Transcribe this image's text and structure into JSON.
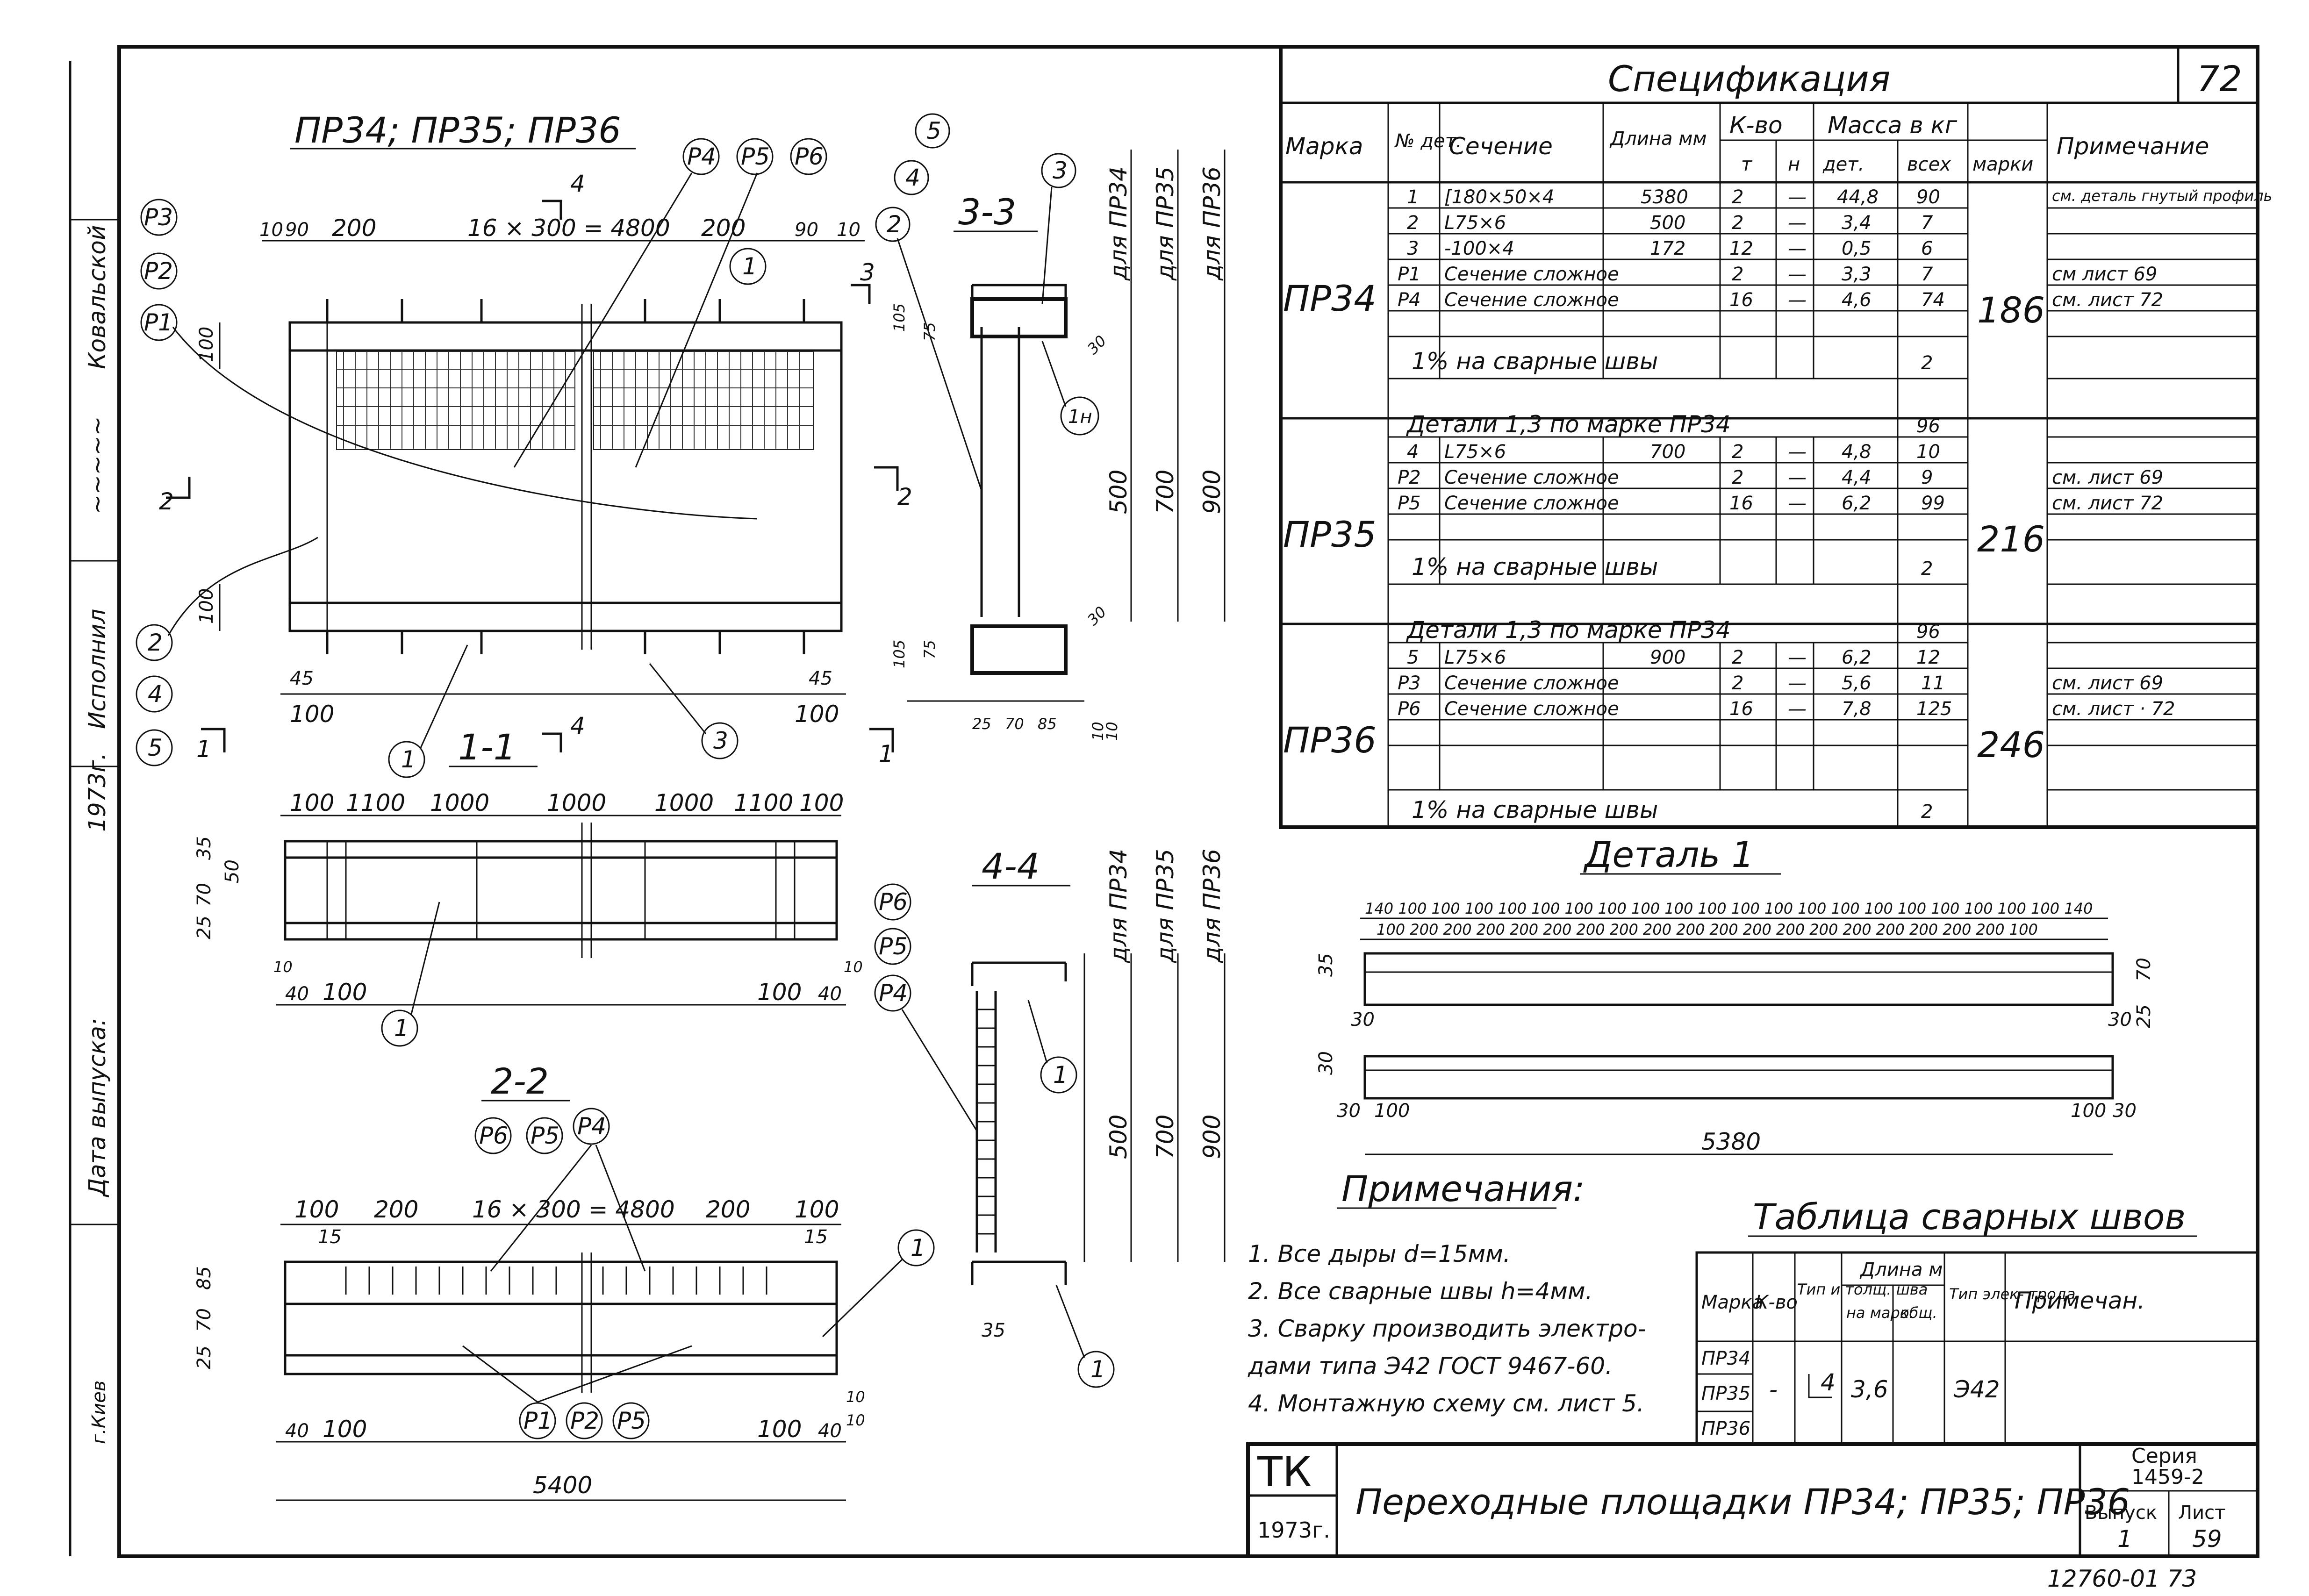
{
  "sheet_number_top": "72",
  "sidebar": {
    "labels": [
      "Ковальской",
      "Исполнил",
      "1973г.",
      "Дата выпуска:",
      "г.Киев"
    ]
  },
  "views": {
    "main_title": "ПР34; ПР35; ПР36",
    "main_dims_top": [
      "10",
      "90",
      "200",
      "16 × 300 = 4800",
      "200",
      "90",
      "10"
    ],
    "main_dims_side": [
      "100",
      "100"
    ],
    "main_bottom_dims": [
      "45",
      "100",
      "45",
      "100"
    ],
    "main_callouts": [
      "Р3",
      "Р2",
      "Р1",
      "Р4",
      "Р5",
      "Р6",
      "1",
      "2",
      "4",
      "5",
      "1",
      "3"
    ],
    "section_marks": [
      "4",
      "4",
      "2",
      "2",
      "1",
      "1",
      "3"
    ],
    "section_33": {
      "title": "3-3",
      "dims": [
        "105",
        "75",
        "30",
        "105",
        "75",
        "30",
        "25",
        "70",
        "85",
        "10",
        "10"
      ],
      "for": [
        "для ПР34",
        "для ПР35",
        "для ПР36"
      ],
      "heights": [
        "500",
        "700",
        "900"
      ],
      "callouts": [
        "5",
        "4",
        "2",
        "3",
        "1н"
      ]
    },
    "section_11": {
      "title": "1-1",
      "dims_top": [
        "100",
        "1100",
        "1000",
        "1000",
        "1000",
        "1100",
        "100"
      ],
      "dims_side": [
        "35",
        "50",
        "25",
        "70"
      ],
      "dims_bottom": [
        "10",
        "40",
        "100",
        "100",
        "40",
        "10"
      ],
      "for": [
        "для ПР34",
        "для ПР35",
        "для ПР36"
      ],
      "callout": "1"
    },
    "section_44": {
      "title": "4-4",
      "heights": [
        "500",
        "700",
        "900"
      ],
      "for": [
        "для ПР34",
        "для ПР35",
        "для ПР36"
      ],
      "callouts": [
        "Р6",
        "Р5",
        "Р4",
        "1",
        "1"
      ],
      "dim": "35"
    },
    "section_22": {
      "title": "2-2",
      "dims_top": [
        "100",
        "200",
        "16 × 300 = 4800",
        "200",
        "100"
      ],
      "dims_side": [
        "85",
        "70",
        "25"
      ],
      "dims_bottom": [
        "40",
        "100",
        "100",
        "40",
        "10",
        "10"
      ],
      "total": "5400",
      "callouts_top": [
        "Р6",
        "Р5",
        "Р4"
      ],
      "callouts_bottom": [
        "Р1",
        "Р2",
        "Р5"
      ],
      "callout": "1",
      "fifteen": [
        "15",
        "15"
      ]
    }
  },
  "spec": {
    "title": "Спецификация",
    "headers": {
      "marka": "Марка",
      "no": "№ дет.",
      "section": "Сечение",
      "length": "Длина мм",
      "qty": "К-во",
      "qty_t": "т",
      "qty_n": "н",
      "mass": "Масса в кг",
      "mass_det": "дет.",
      "mass_all": "всех",
      "mass_mark": "марки",
      "note": "Примечание"
    },
    "groups": [
      {
        "marka": "ПР34",
        "total": "186",
        "rows": [
          {
            "no": "1",
            "section": "[180×50×4",
            "length": "5380",
            "t": "2",
            "n": "—",
            "det": "44,8",
            "all": "90",
            "note": "см. деталь гнутый профиль"
          },
          {
            "no": "2",
            "section": "L75×6",
            "length": "500",
            "t": "2",
            "n": "—",
            "det": "3,4",
            "all": "7",
            "note": ""
          },
          {
            "no": "3",
            "section": "-100×4",
            "length": "172",
            "t": "12",
            "n": "—",
            "det": "0,5",
            "all": "6",
            "note": ""
          },
          {
            "no": "Р1",
            "section": "Сечение сложное",
            "length": "",
            "t": "2",
            "n": "—",
            "det": "3,3",
            "all": "7",
            "note": "см лист 69"
          },
          {
            "no": "Р4",
            "section": "Сечение сложное",
            "length": "",
            "t": "16",
            "n": "—",
            "det": "4,6",
            "all": "74",
            "note": "см. лист 72"
          }
        ],
        "welds": "1% на сварные швы",
        "welds_all": "2"
      },
      {
        "marka": "ПР35",
        "total": "216",
        "details": "Детали 1,3 по марке ПР34",
        "details_all": "96",
        "rows": [
          {
            "no": "4",
            "section": "L75×6",
            "length": "700",
            "t": "2",
            "n": "—",
            "det": "4,8",
            "all": "10",
            "note": ""
          },
          {
            "no": "Р2",
            "section": "Сечение сложное",
            "length": "",
            "t": "2",
            "n": "—",
            "det": "4,4",
            "all": "9",
            "note": "см. лист 69"
          },
          {
            "no": "Р5",
            "section": "Сечение сложное",
            "length": "",
            "t": "16",
            "n": "—",
            "det": "6,2",
            "all": "99",
            "note": "см. лист 72"
          }
        ],
        "welds": "1% на сварные швы",
        "welds_all": "2"
      },
      {
        "marka": "ПР36",
        "total": "246",
        "details": "Детали 1,3 по марке ПР34",
        "details_all": "96",
        "rows": [
          {
            "no": "5",
            "section": "L75×6",
            "length": "900",
            "t": "2",
            "n": "—",
            "det": "6,2",
            "all": "12",
            "note": ""
          },
          {
            "no": "Р3",
            "section": "Сечение сложное",
            "length": "",
            "t": "2",
            "n": "—",
            "det": "5,6",
            "all": "11",
            "note": "см. лист 69"
          },
          {
            "no": "Р6",
            "section": "Сечение сложное",
            "length": "",
            "t": "16",
            "n": "—",
            "det": "7,8",
            "all": "125",
            "note": "см. лист · 72"
          }
        ],
        "welds": "1% на сварные швы",
        "welds_all": "2"
      }
    ]
  },
  "detail1": {
    "title": "Деталь 1",
    "top_dims": [
      "140",
      "100",
      "100",
      "100",
      "100",
      "100",
      "100",
      "100",
      "100",
      "100",
      "100",
      "100",
      "100",
      "100",
      "100",
      "100",
      "100",
      "100",
      "100",
      "100",
      "100",
      "140"
    ],
    "second_dims": [
      "100",
      "200",
      "200",
      "200",
      "200",
      "200",
      "200",
      "200",
      "200",
      "200",
      "200",
      "200",
      "200",
      "200",
      "200",
      "200",
      "200",
      "200",
      "200",
      "100"
    ],
    "side": [
      "35",
      "30",
      "70",
      "25",
      "30",
      "30",
      "30",
      "100",
      "100",
      "30"
    ],
    "total": "5380"
  },
  "notes": {
    "title": "Примечания:",
    "items": [
      "1.  Все дыры d=15мм.",
      "2.  Все сварные швы h=4мм.",
      "3.  Сварку производить электро-",
      "     дами типа Э42 ГОСТ 9467-60.",
      "4.  Монтажную схему см. лист 5."
    ]
  },
  "weld_table": {
    "title": "Таблица сварных швов",
    "headers": {
      "marka": "Марка",
      "qty": "К-во",
      "type": "Тип и толщ. шва",
      "length": "Длина м",
      "on_mark": "на марк.",
      "total": "общ.",
      "electrode": "Тип элек- трода",
      "note": "Примечан."
    },
    "markas": [
      "ПР34",
      "ПР35",
      "ПР36"
    ],
    "qty": "-",
    "type": "4",
    "on_mark": "3,6",
    "electrode": "Э42"
  },
  "title_block": {
    "org": "ТК",
    "year": "1973г.",
    "title": "Переходные площадки ПР34; ПР35; ПР36",
    "series_label": "Серия",
    "series": "1459-2",
    "vypusk_label": "Выпуск",
    "vypusk": "1",
    "list_label": "Лист",
    "list": "59"
  },
  "footer_code": "12760-01  73"
}
